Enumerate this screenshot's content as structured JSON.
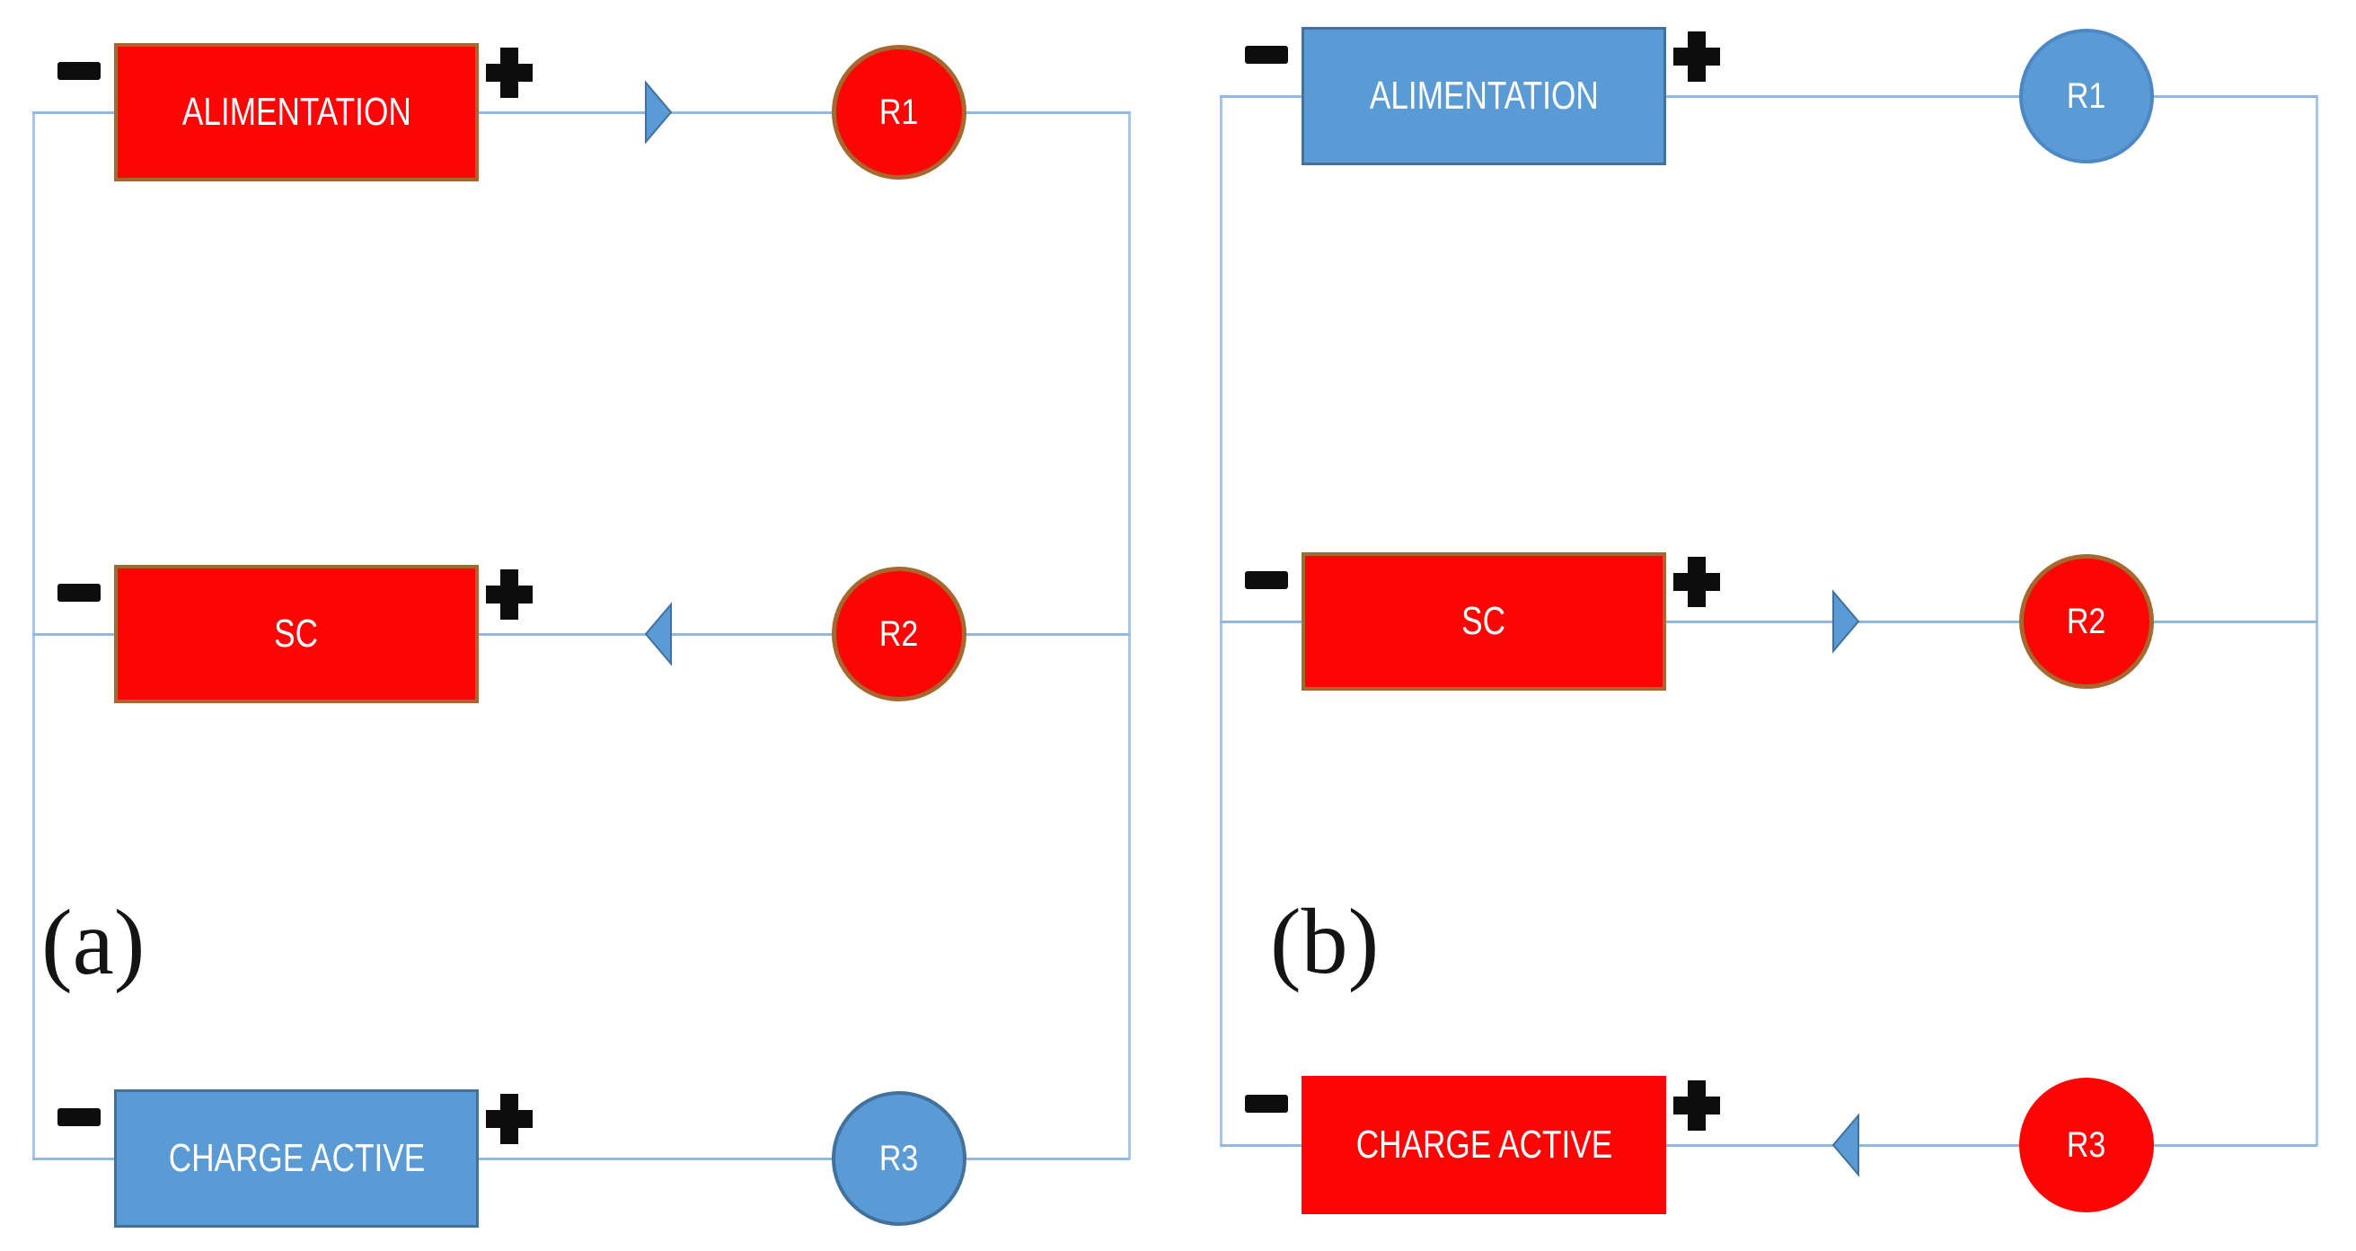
{
  "colors": {
    "red_fill": "#fb0505",
    "red_border": "#a6682e",
    "blue_fill": "#5b9bd5",
    "blue_border": "#41719c",
    "wire": "#93b9e2",
    "sign": "#0d0d0d",
    "text": "#ffffff"
  },
  "panels": [
    {
      "id": "a",
      "caption": "(a)",
      "rows": [
        {
          "block": "ALIMENTATION",
          "relay": "R1",
          "minus_icon": "minus",
          "plus_icon": "plus",
          "block_style": "red",
          "relay_style": "red",
          "arrow": "right"
        },
        {
          "block": "SC",
          "relay": "R2",
          "minus_icon": "minus",
          "plus_icon": "plus",
          "block_style": "red",
          "relay_style": "red",
          "arrow": "left"
        },
        {
          "block": "CHARGE ACTIVE",
          "relay": "R3",
          "minus_icon": "minus",
          "plus_icon": "plus",
          "block_style": "blue",
          "relay_style": "blue",
          "arrow": "none"
        }
      ]
    },
    {
      "id": "b",
      "caption": "(b)",
      "rows": [
        {
          "block": "ALIMENTATION",
          "relay": "R1",
          "minus_icon": "minus",
          "plus_icon": "plus",
          "block_style": "blue",
          "relay_style": "blue",
          "arrow": "none"
        },
        {
          "block": "SC",
          "relay": "R2",
          "minus_icon": "minus",
          "plus_icon": "plus",
          "block_style": "red",
          "relay_style": "red",
          "arrow": "right"
        },
        {
          "block": "CHARGE ACTIVE",
          "relay": "R3",
          "minus_icon": "minus",
          "plus_icon": "plus",
          "block_style": "red-noborder",
          "relay_style": "red-noborder",
          "arrow": "left"
        }
      ]
    }
  ]
}
